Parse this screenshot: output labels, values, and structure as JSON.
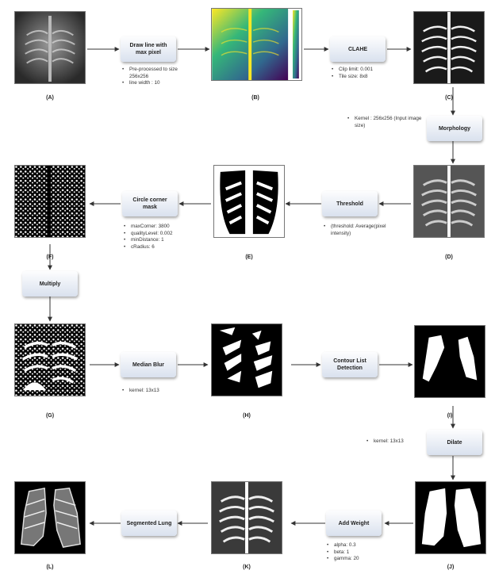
{
  "captions": {
    "A": "(A)",
    "B": "(B)",
    "C": "(C)",
    "D": "(D)",
    "E": "(E)",
    "F": "(F)",
    "G": "(G)",
    "H": "(H)",
    "I": "(I)",
    "J": "(J)",
    "K": "(K)",
    "L": "(L)"
  },
  "steps": {
    "draw_line": {
      "label": "Draw line with max pixel",
      "notes": [
        "Pre-processed to size 256x256",
        "line width : 10"
      ]
    },
    "clahe": {
      "label": "CLAHE",
      "notes": [
        "Clip limit: 0.001",
        "Tile size: 8x8"
      ]
    },
    "morphology": {
      "label": "Morphology",
      "notes": [
        "Kernel : 256x256 (Input image size)"
      ]
    },
    "threshold": {
      "label": "Threshold",
      "notes": [
        "(threshold: Average(pixel intensity)"
      ]
    },
    "circle_corner": {
      "label": "Circle corner mask",
      "notes": [
        "maxCorner: 3800",
        "qualityLevel: 0.002",
        "minDistance: 1",
        "cRadius: 6"
      ]
    },
    "multiply": {
      "label": "Multiply",
      "notes": []
    },
    "median_blur": {
      "label": "Median Blur",
      "notes": [
        "kernel: 13x13"
      ]
    },
    "contour": {
      "label": "Contour List Detection",
      "notes": []
    },
    "dilate": {
      "label": "Dilate",
      "notes": [
        "kernel: 13x13"
      ]
    },
    "add_weight": {
      "label": "Add Weight",
      "notes": [
        "alpha: 0.3",
        "beta: 1",
        "gamma: 20"
      ]
    },
    "segmented": {
      "label": "Segmented Lung",
      "notes": []
    }
  }
}
